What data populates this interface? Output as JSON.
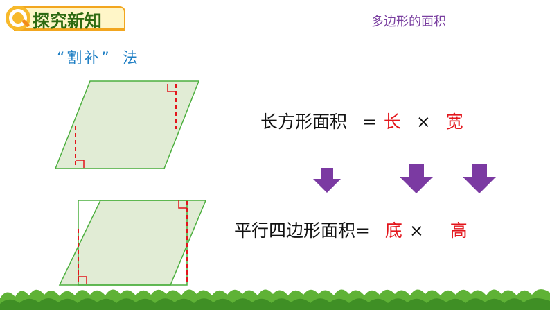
{
  "header": {
    "section_title": "探究新知",
    "lesson_title": "多边形的面积"
  },
  "method": {
    "open_quote": "“",
    "word": "割补",
    "close_quote": "”",
    "suffix": "法"
  },
  "formula_rectangle": {
    "label": "长方形面积",
    "equals": "=",
    "term1": "长",
    "times": "×",
    "term2": "宽"
  },
  "formula_parallelogram": {
    "label": "平行四边形面积=",
    "term1": "底",
    "times": "×",
    "term2": "高"
  },
  "colors": {
    "shape_fill": "#e1ecd5",
    "shape_stroke": "#4caf3e",
    "dash": "#e3151b",
    "arrow": "#7b3aa2",
    "accent_red": "#e3151b",
    "method_blue": "#1f7fc4",
    "grass": "#5fb236"
  },
  "icons": {
    "badge": "magnifier-q-icon",
    "arrows": "arrow-down-icon"
  }
}
